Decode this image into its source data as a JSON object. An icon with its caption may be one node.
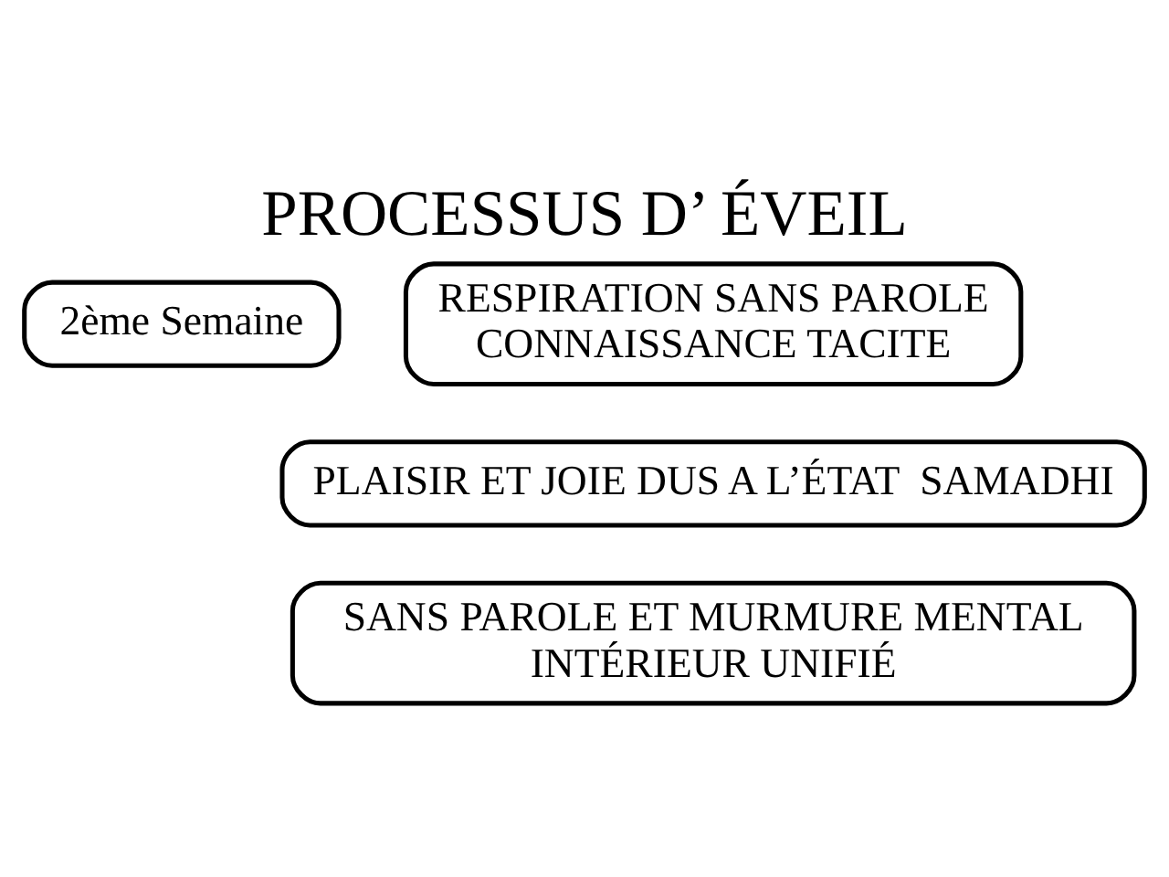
{
  "diagram": {
    "title": "PROCESSUS D’ ÉVEIL",
    "nodes": [
      {
        "text": [
          "2ème Semaine"
        ]
      },
      {
        "text": [
          "RESPIRATION SANS PAROLE",
          "CONNAISSANCE TACITE"
        ]
      },
      {
        "text": [
          "PLAISIR ET JOIE DUS A L’ÉTAT  SAMADHI"
        ]
      },
      {
        "text": [
          "SANS PAROLE ET MURMURE MENTAL",
          "INTÉRIEUR UNIFIÉ"
        ]
      }
    ]
  }
}
